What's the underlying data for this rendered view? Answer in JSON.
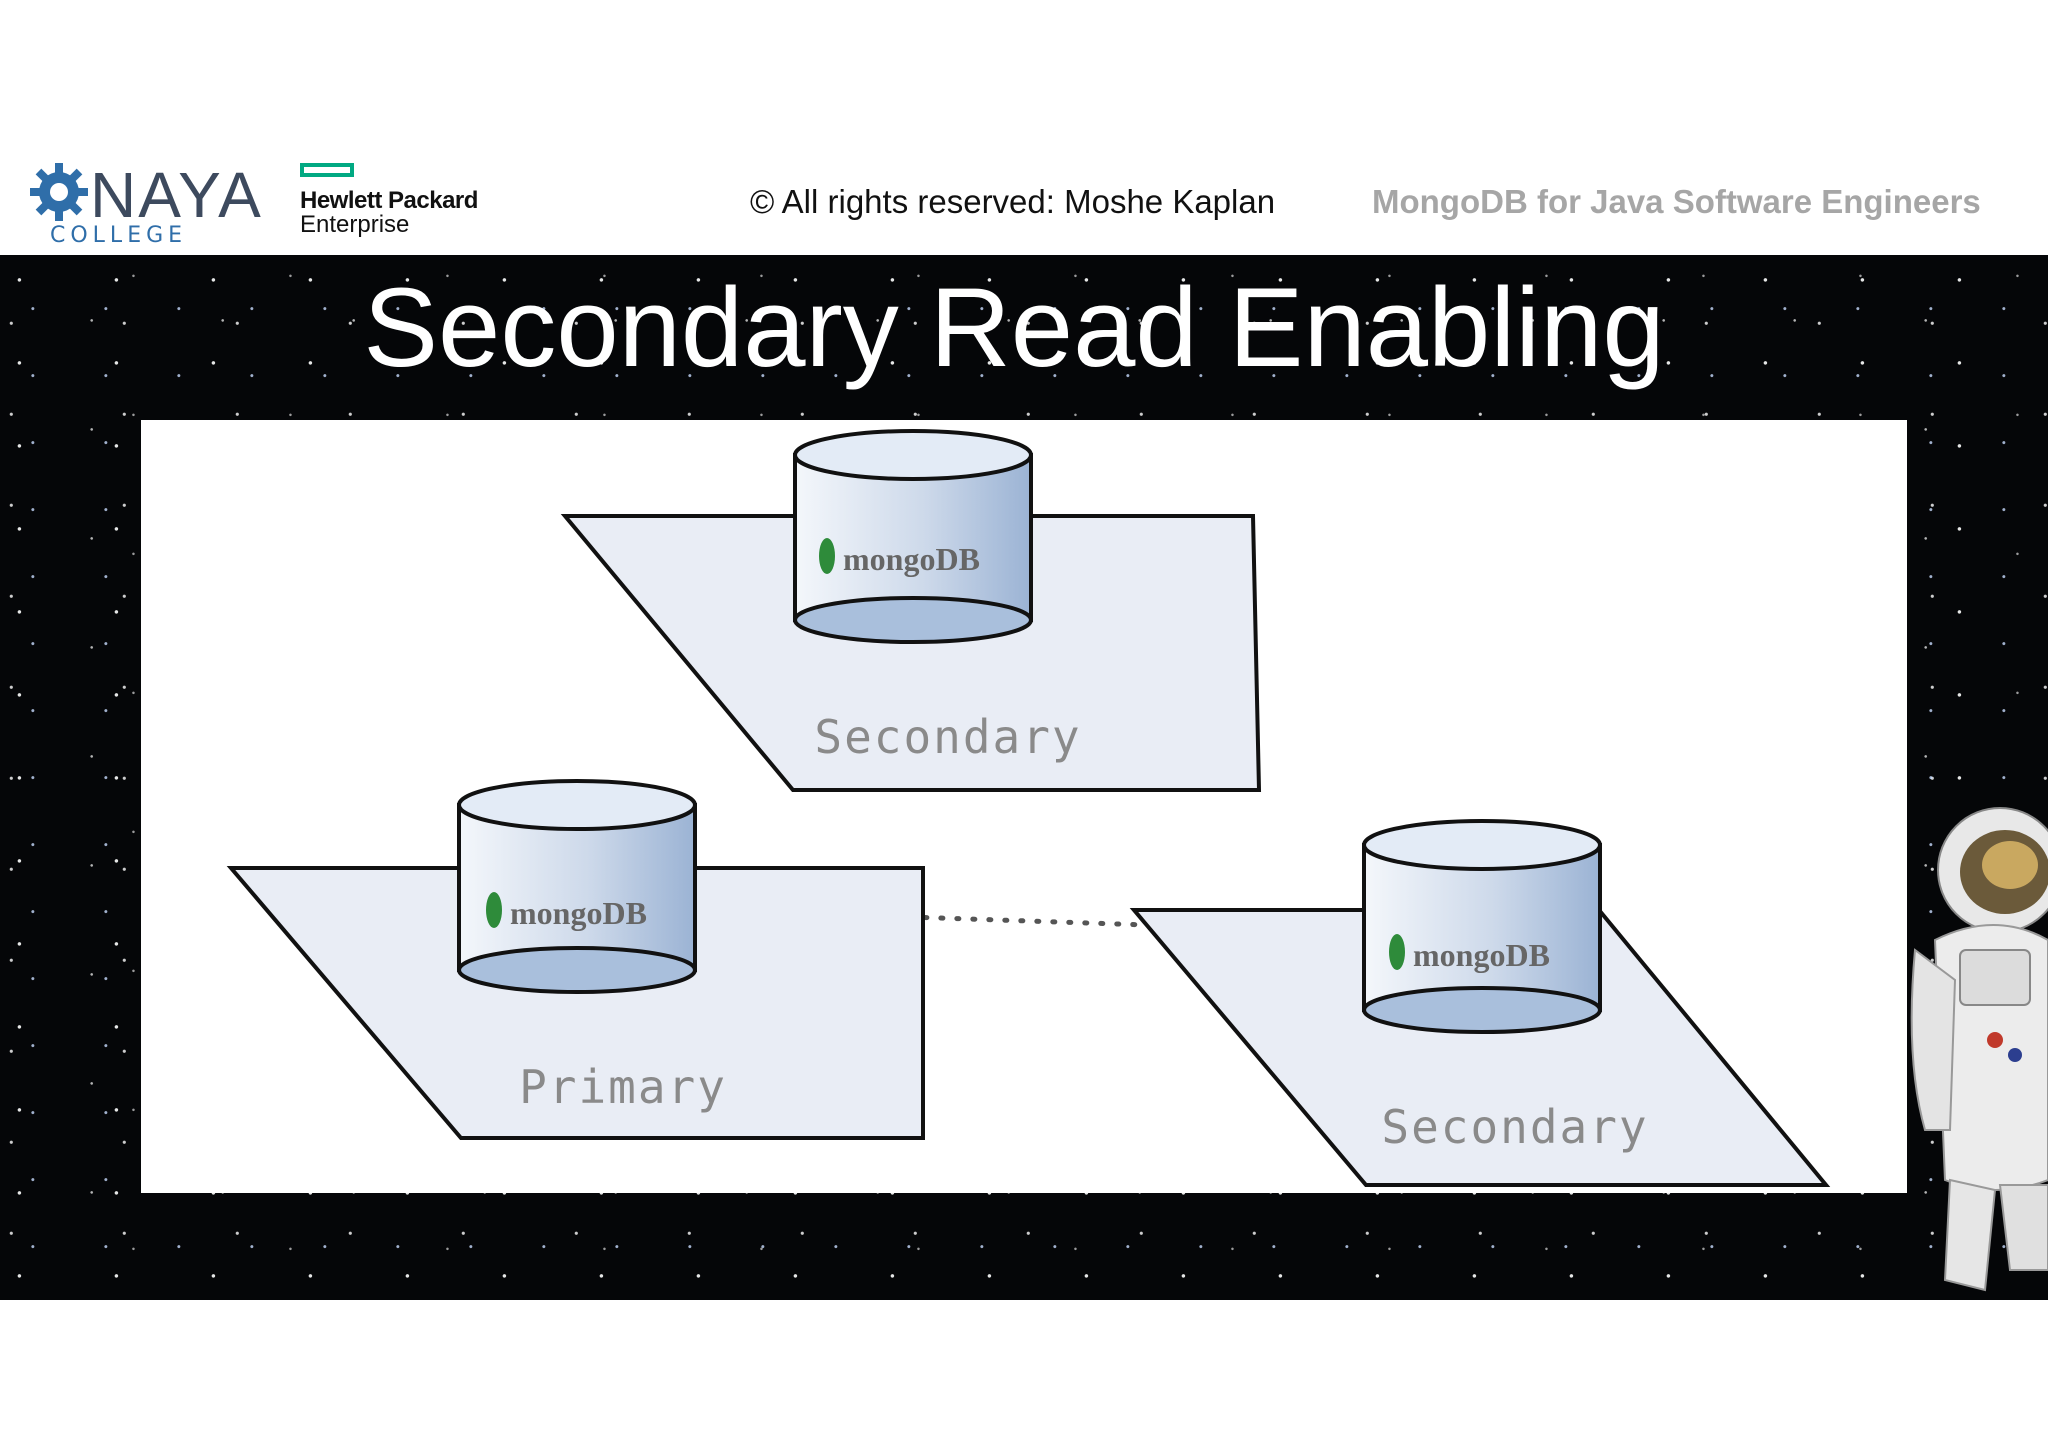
{
  "header": {
    "naya_logo_word": "NAYA",
    "naya_logo_sub": "COLLEGE",
    "hpe_line1": "Hewlett Packard",
    "hpe_line2": "Enterprise",
    "copyright": "© All rights reserved: Moshe Kaplan",
    "course": "MongoDB for Java Software Engineers"
  },
  "slide": {
    "title": "Secondary Read Enabling"
  },
  "diagram": {
    "nodes": [
      {
        "label": "Secondary",
        "logo": "mongoDB"
      },
      {
        "label": "Primary",
        "logo": "mongoDB"
      },
      {
        "label": "Secondary",
        "logo": "mongoDB"
      }
    ]
  },
  "colors": {
    "accent_green": "#01a982",
    "naya_blue": "#2f6ea9",
    "platform_fill": "#e9edf5",
    "cylinder_top": "#e3ebf6",
    "cylinder_body": "#a9bfdc"
  }
}
